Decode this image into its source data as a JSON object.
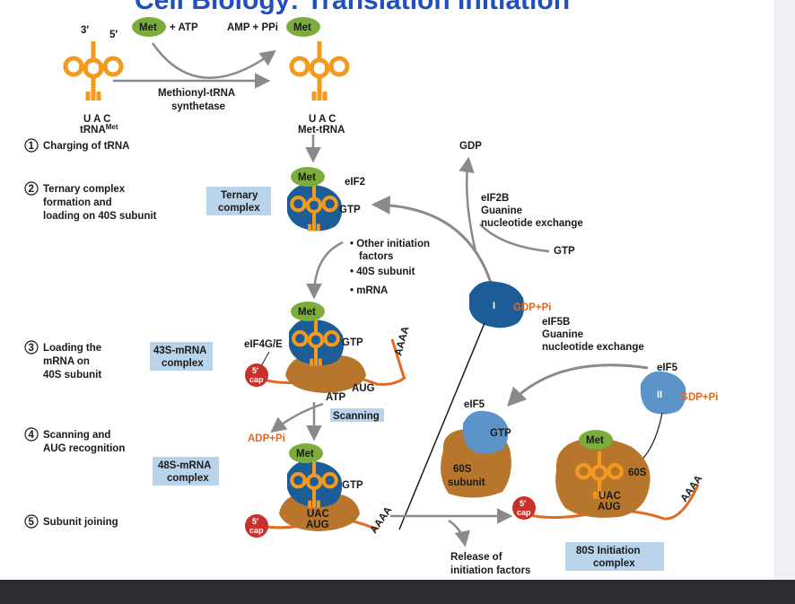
{
  "title": "Cell Biology: Translation Initiation",
  "steps": [
    {
      "num": "1",
      "label_lines": [
        "Charging of tRNA"
      ]
    },
    {
      "num": "2",
      "label_lines": [
        "Ternary complex",
        "formation and",
        "loading on 40S subunit"
      ]
    },
    {
      "num": "3",
      "label_lines": [
        "Loading the",
        "mRNA on",
        "40S subunit"
      ]
    },
    {
      "num": "4",
      "label_lines": [
        "Scanning and",
        "AUG recognition"
      ]
    },
    {
      "num": "5",
      "label_lines": [
        "Subunit joining"
      ]
    }
  ],
  "boxes": {
    "ternary": [
      "Ternary",
      "complex"
    ],
    "c43s": [
      "43S-mRNA",
      "complex"
    ],
    "c48s": [
      "48S-mRNA",
      "complex"
    ],
    "c80s": [
      "80S Initiation",
      "complex"
    ]
  },
  "labels": {
    "met": "Met",
    "atp_plus": "+ ATP",
    "amp_ppi": "AMP + PPi",
    "prime3": "3′",
    "prime5": "5′",
    "uac": "U A C",
    "trna": "tRNA",
    "met_sup": "Met",
    "met_trna": "Met-tRNA",
    "synthetase": [
      "Methionyl-tRNA",
      "synthetase"
    ],
    "eif2": "eIF2",
    "gtp": "GTP",
    "gdp": "GDP",
    "eif2b": [
      "eIF2B",
      "Guanine",
      "nucleotide exchange"
    ],
    "other_factors": [
      "• Other initiation",
      "factors",
      "• 40S subunit",
      "• mRNA"
    ],
    "gdp_pi": "GDP+Pi",
    "eif5b": [
      "eIF5B",
      "Guanine",
      "nucleotide exchange"
    ],
    "eif5": "eIF5",
    "eif4ge": "eIF4G/E",
    "cap": [
      "5′",
      "cap"
    ],
    "aaaa": "AAAA",
    "aug": "AUG",
    "atp": "ATP",
    "adp_pi": "ADP+Pi",
    "scanning": "Scanning",
    "sixty_s": [
      "60S",
      "subunit"
    ],
    "sixty_s_short": "60S",
    "release": [
      "Release of",
      "initiation factors"
    ],
    "roman_i": "I",
    "roman_ii": "II",
    "uac_short": "UAC"
  },
  "colors": {
    "trna": "#f39a1e",
    "met": "#7cad3b",
    "eif2": "#1c5d97",
    "ribosome": "#b8752c",
    "box": "#b9d3ea",
    "cap": "#c8322c",
    "arrow": "#8a8a8a",
    "eif5": "#5c93c8",
    "title": "#1f4fc1"
  }
}
